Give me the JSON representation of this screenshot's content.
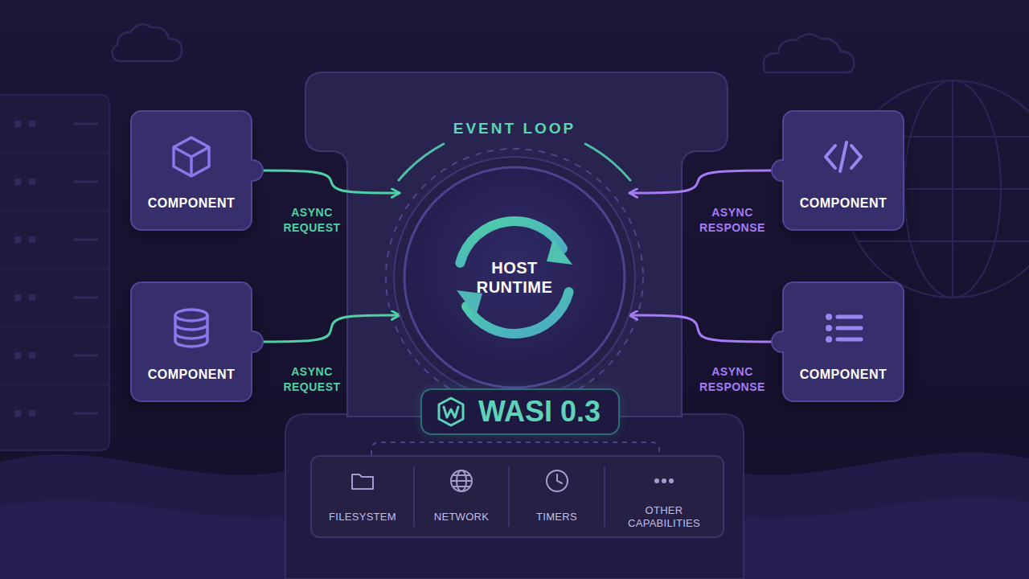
{
  "diagram": {
    "nodes": [
      {
        "text": [
          "COMPONENT"
        ]
      },
      {
        "text": [
          "COMPONENT"
        ]
      },
      {
        "text": [
          "HOST RUNTIME"
        ]
      },
      {
        "text": [
          "COMPONENT"
        ]
      },
      {
        "text": [
          "COMPONENT"
        ]
      },
      {
        "text": [
          "WASI 0.3"
        ]
      },
      {
        "text": [
          "FILESYSTEM"
        ]
      },
      {
        "text": [
          "NETWORK"
        ]
      },
      {
        "text": [
          "TIMERS"
        ]
      },
      {
        "text": [
          "OTHER CAPABILITIES"
        ]
      }
    ],
    "edges": [
      {
        "from": 0,
        "to": 2,
        "label": "ASYNC REQUEST",
        "arrow": "to"
      },
      {
        "from": 1,
        "to": 2,
        "label": "ASYNC REQUEST",
        "arrow": "to"
      },
      {
        "from": 3,
        "to": 2,
        "label": "ASYNC RESPONSE",
        "arrow": "to"
      },
      {
        "from": 4,
        "to": 2,
        "label": "ASYNC RESPONSE",
        "arrow": "to"
      }
    ],
    "labels": [
      "EVENT LOOP"
    ]
  }
}
